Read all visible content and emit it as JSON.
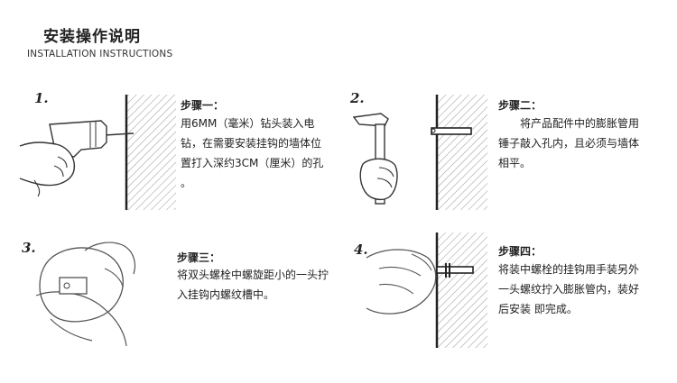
{
  "header": {
    "title": "安装操作说明",
    "subtitle": "INSTALLATION INSTRUCTIONS"
  },
  "steps": [
    {
      "number": "1.",
      "title": "步骤一：",
      "lines": [
        "用6MM（毫米）钻头装入电",
        "钻，在需要安装挂钩的墙体位",
        "置打入深约3CM（厘米）的孔",
        "。"
      ]
    },
    {
      "number": "2.",
      "title": "步骤二：",
      "lines": [
        "　　将产品配件中的膨胀管用",
        "锤子敲入孔内，且必须与墙体",
        "相平。"
      ]
    },
    {
      "number": "3.",
      "title": "步骤三：",
      "lines": [
        "将双头螺栓中螺旋距小的一头拧",
        "入挂钩内螺纹槽中。"
      ]
    },
    {
      "number": "4.",
      "title": "步骤四：",
      "lines": [
        "将装中螺栓的挂钩用手装另外",
        "一头螺纹拧入膨胀管内，装好",
        "后安装 即完成。"
      ]
    }
  ]
}
